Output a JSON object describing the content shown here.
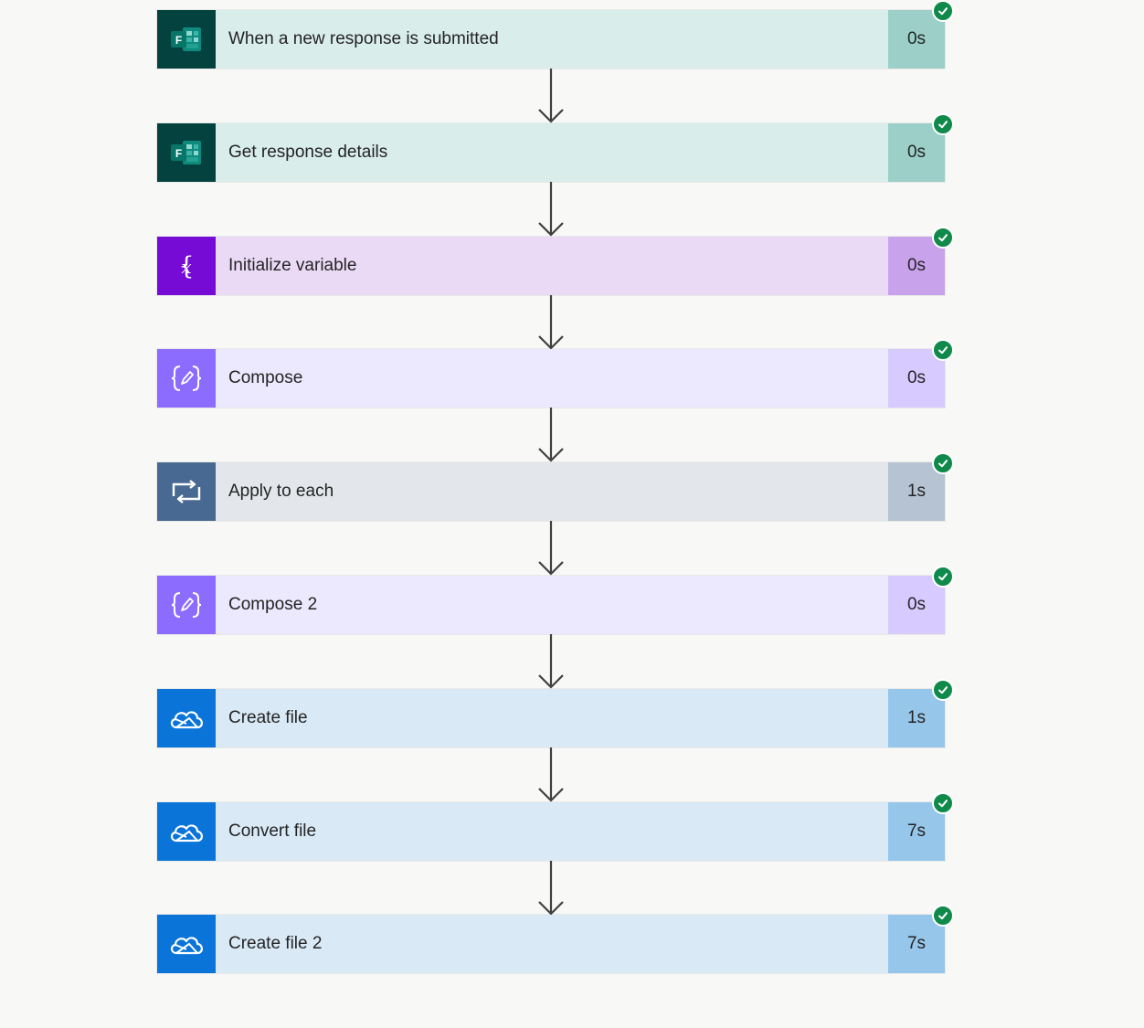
{
  "steps": [
    {
      "title": "When a new response is submitted",
      "duration": "0s",
      "icon": "forms-icon",
      "theme": "forms"
    },
    {
      "title": "Get response details",
      "duration": "0s",
      "icon": "forms-icon",
      "theme": "forms"
    },
    {
      "title": "Initialize variable",
      "duration": "0s",
      "icon": "variable-icon",
      "theme": "variable"
    },
    {
      "title": "Compose",
      "duration": "0s",
      "icon": "compose-icon",
      "theme": "compose"
    },
    {
      "title": "Apply to each",
      "duration": "1s",
      "icon": "loop-icon",
      "theme": "loop"
    },
    {
      "title": "Compose 2",
      "duration": "0s",
      "icon": "compose-icon",
      "theme": "compose"
    },
    {
      "title": "Create file",
      "duration": "1s",
      "icon": "onedrive-icon",
      "theme": "onedrive"
    },
    {
      "title": "Convert file",
      "duration": "7s",
      "icon": "onedrive-icon",
      "theme": "onedrive"
    },
    {
      "title": "Create file 2",
      "duration": "7s",
      "icon": "onedrive-icon",
      "theme": "onedrive"
    }
  ],
  "status_icon": "success-check-icon",
  "themes": {
    "forms": {
      "icon_bg": "#04423f",
      "body_bg": "#d9edea",
      "duration_bg": "#9bcfc8"
    },
    "variable": {
      "icon_bg": "#770bd6",
      "body_bg": "#ebdaf6",
      "duration_bg": "#c9a2ec"
    },
    "compose": {
      "icon_bg": "#8c6cff",
      "body_bg": "#ece8fd",
      "duration_bg": "#d6caff"
    },
    "loop": {
      "icon_bg": "#486991",
      "body_bg": "#e3e6ea",
      "duration_bg": "#b5c3d3"
    },
    "onedrive": {
      "icon_bg": "#0a74d9",
      "body_bg": "#d9e9f5",
      "duration_bg": "#96c6ea"
    }
  },
  "colors": {
    "success": "#0f8a4b",
    "arrow": "#404040",
    "canvas": "#f8f8f6"
  }
}
